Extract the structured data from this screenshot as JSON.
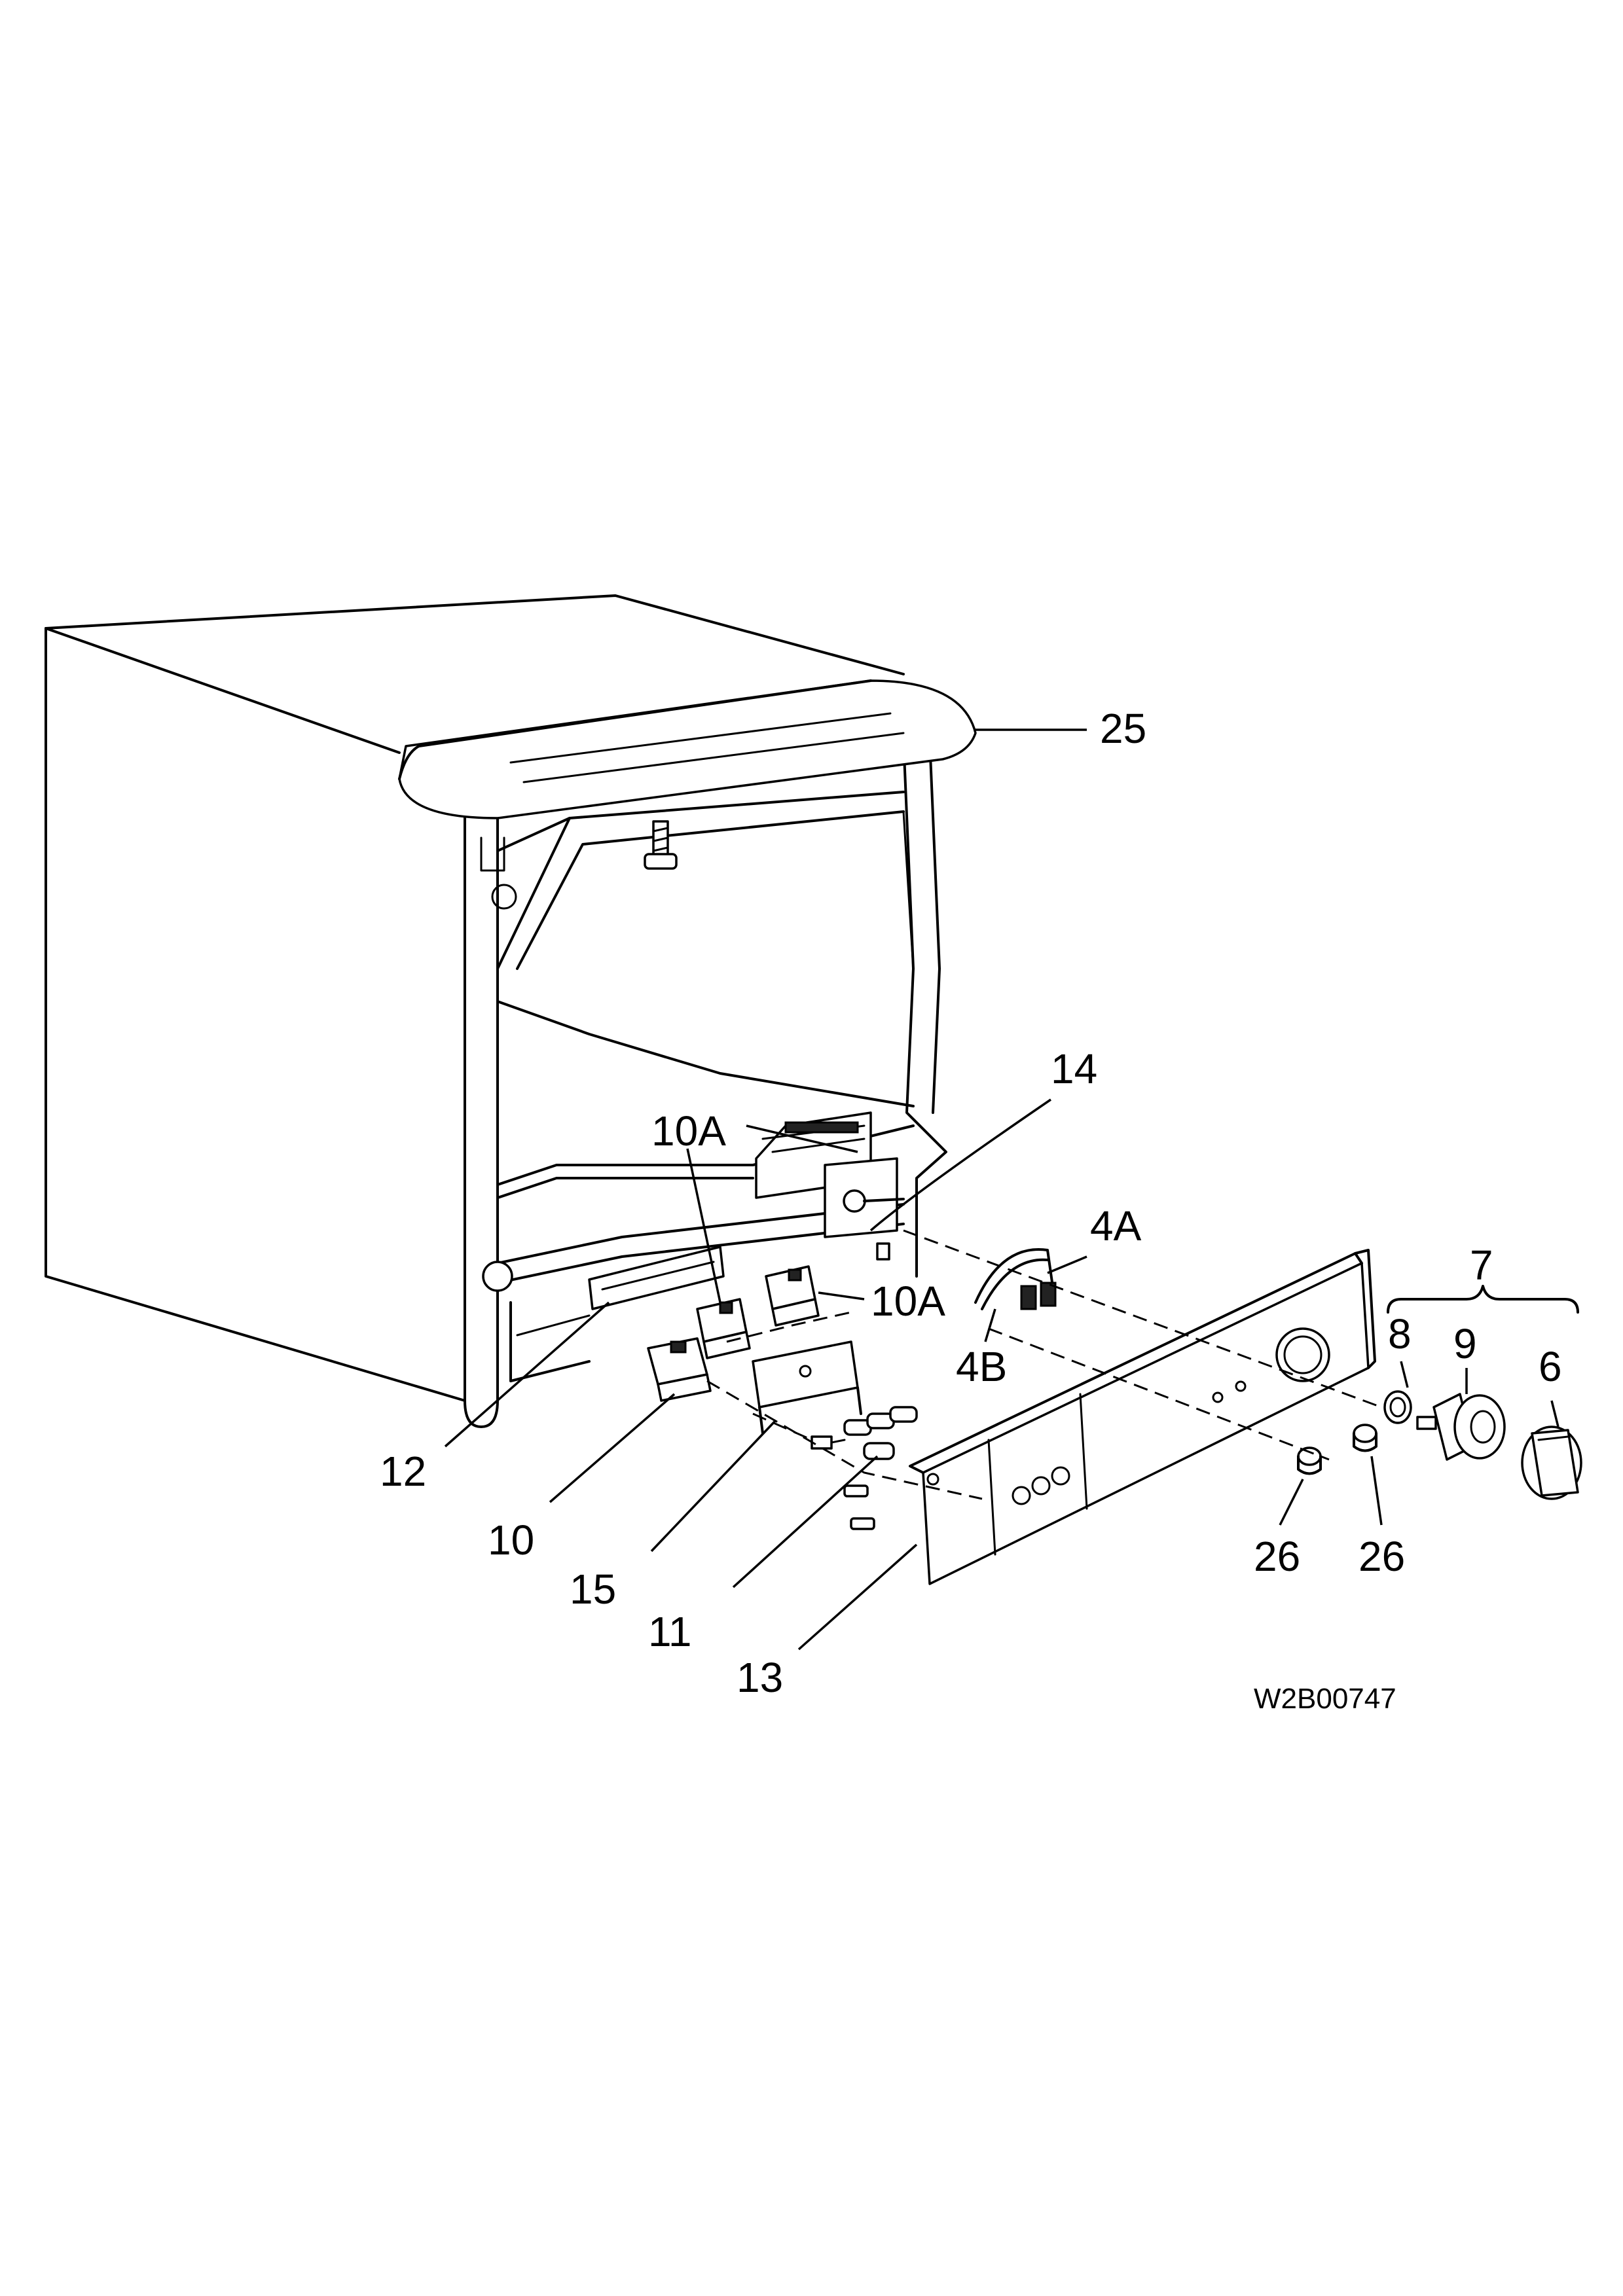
{
  "callouts": {
    "c25": "25",
    "c14": "14",
    "c10A_a": "10A",
    "c10A_b": "10A",
    "c4A": "4A",
    "c4B": "4B",
    "c7": "7",
    "c8": "8",
    "c9": "9",
    "c6": "6",
    "c12": "12",
    "c10": "10",
    "c15": "15",
    "c11": "11",
    "c13": "13",
    "c26_a": "26",
    "c26_b": "26"
  },
  "drawing_code": "W2B00747"
}
